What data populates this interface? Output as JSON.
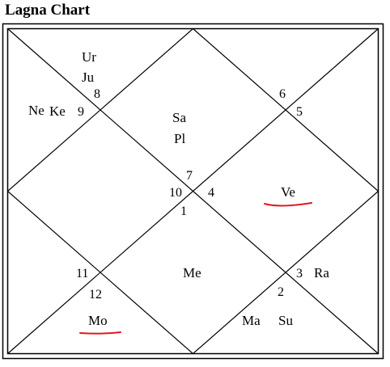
{
  "title": "Lagna Chart",
  "houses": [
    {
      "house": "1",
      "sign": "1",
      "planets": []
    },
    {
      "house": "2",
      "sign": "12",
      "planets": [
        "Mo"
      ]
    },
    {
      "house": "3",
      "sign": "11",
      "planets": []
    },
    {
      "house": "4",
      "sign": "10",
      "planets": []
    },
    {
      "house": "5",
      "sign": "9",
      "planets": [
        "Ne",
        "Ke"
      ]
    },
    {
      "house": "6",
      "sign": "8",
      "planets": [
        "Ur",
        "Ju"
      ]
    },
    {
      "house": "7",
      "sign": "7",
      "planets": [
        "Sa",
        "Pl"
      ]
    },
    {
      "house": "8",
      "sign": "6",
      "planets": []
    },
    {
      "house": "9",
      "sign": "5",
      "planets": []
    },
    {
      "house": "10",
      "sign": "4",
      "planets": [
        "Ve"
      ]
    },
    {
      "house": "11",
      "sign": "3",
      "planets": [
        "Ra"
      ]
    },
    {
      "house": "12",
      "sign": "2",
      "planets": [
        "Ma",
        "Su"
      ]
    },
    {
      "house": "-",
      "sign": "-",
      "planets": [
        "Me"
      ]
    }
  ],
  "sign_numbers": [
    "1",
    "2",
    "3",
    "4",
    "5",
    "6",
    "7",
    "8",
    "9",
    "10",
    "11",
    "12"
  ],
  "planets": {
    "ur": "Ur",
    "ju": "Ju",
    "ne": "Ne",
    "ke": "Ke",
    "sa": "Sa",
    "pl": "Pl",
    "ve": "Ve",
    "me": "Me",
    "ra": "Ra",
    "mo": "Mo",
    "ma": "Ma",
    "su": "Su"
  },
  "highlighted_planets": [
    "Ve",
    "Mo"
  ],
  "colors": {
    "line": "#000000",
    "text": "#000000",
    "highlight_underline": "#e0191e"
  }
}
